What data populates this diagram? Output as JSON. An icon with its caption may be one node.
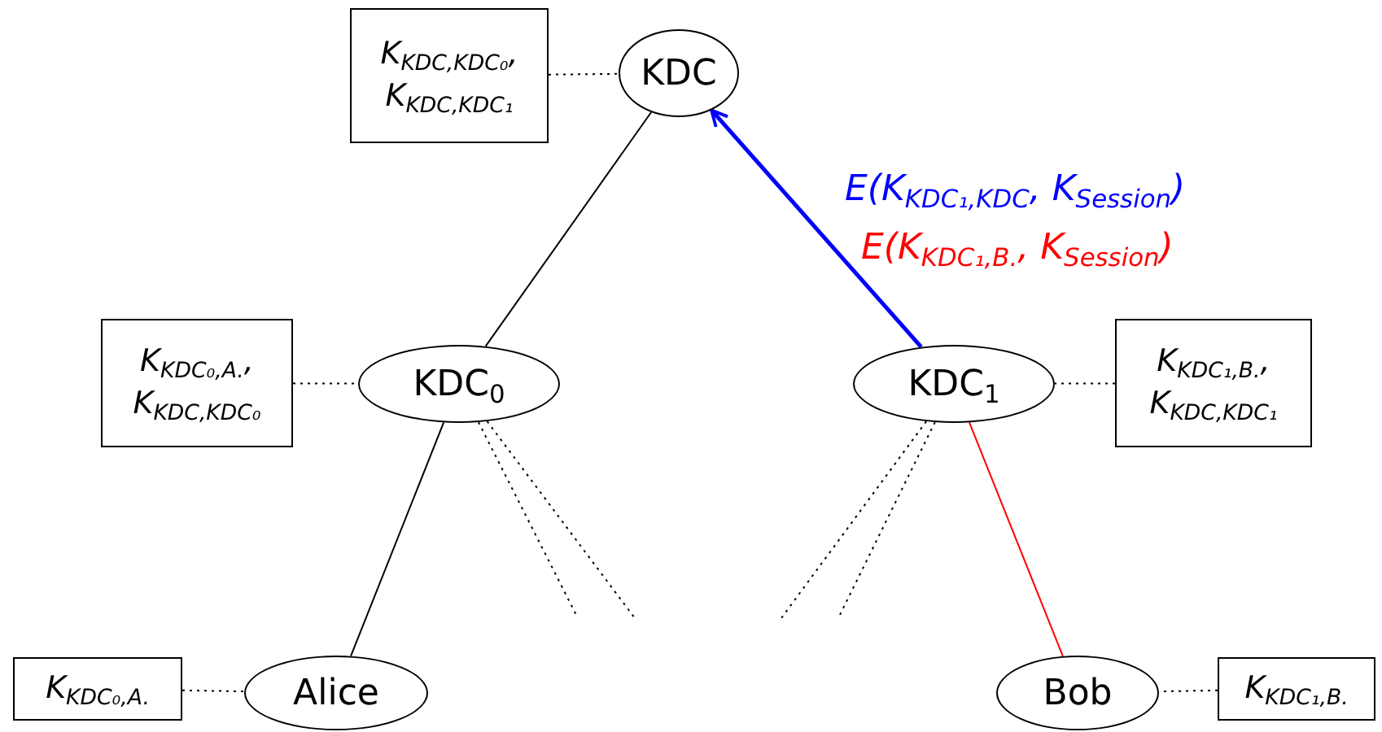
{
  "diagram": {
    "nodes": [
      {
        "text": [
          "KDC"
        ]
      },
      {
        "text": [
          "K$_{KDC,KDC₀}$, K$_{KDC,KDC₁}$"
        ]
      },
      {
        "text": [
          "KDC$_{0}$"
        ]
      },
      {
        "text": [
          "K$_{KDC₀,A.}$, K$_{KDC,KDC₀}$"
        ]
      },
      {
        "text": [
          "KDC$_{1}$"
        ]
      },
      {
        "text": [
          "K$_{KDC₁,B.}$, K$_{KDC,KDC₁}$"
        ]
      },
      {
        "text": [
          "Alice"
        ]
      },
      {
        "text": [
          "K$_{KDC₀,A.}$"
        ]
      },
      {
        "text": [
          "Bob"
        ]
      },
      {
        "text": [
          "K$_{KDC₁,B.}$"
        ]
      }
    ],
    "edges": [
      {
        "from": 0,
        "to": 2,
        "arrow": "none"
      },
      {
        "from": 4,
        "to": 0,
        "arrow": "to",
        "style": "thick",
        "color": "#0000ff",
        "label": "E(K$_{KDC₁,KDC}$, K$_{Session}$)"
      },
      {
        "from": 2,
        "to": 6,
        "arrow": "none"
      },
      {
        "from": 4,
        "to": 8,
        "arrow": "none",
        "color": "#ff0000"
      },
      {
        "from": 1,
        "to": 0,
        "arrow": "none",
        "style": "dashed"
      },
      {
        "from": 3,
        "to": 2,
        "arrow": "none",
        "style": "dashed"
      },
      {
        "from": 5,
        "to": 4,
        "arrow": "none",
        "style": "dashed"
      },
      {
        "from": 7,
        "to": 6,
        "arrow": "none",
        "style": "dashed"
      },
      {
        "from": 9,
        "to": 8,
        "arrow": "none",
        "style": "dashed"
      },
      {
        "from": 2,
        "to": null,
        "arrow": "none",
        "style": "dashed"
      },
      {
        "from": 2,
        "to": null,
        "arrow": "none",
        "style": "dashed"
      },
      {
        "from": 4,
        "to": null,
        "arrow": "none",
        "style": "dashed"
      },
      {
        "from": 4,
        "to": null,
        "arrow": "none",
        "style": "dashed"
      }
    ],
    "labels": [
      "E(K$_{KDC₁,B.}$, K$_{Session}$)"
    ]
  }
}
